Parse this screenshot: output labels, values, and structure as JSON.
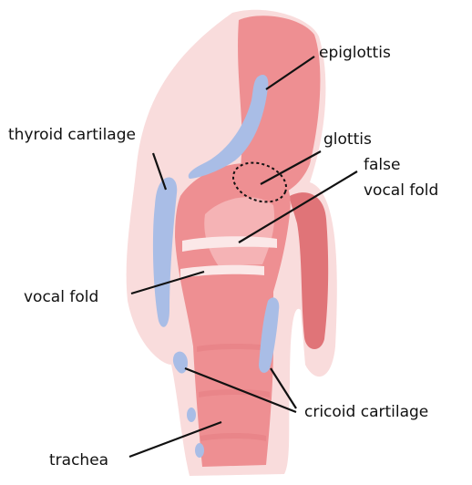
{
  "colors": {
    "halo": "#f9dcdc",
    "tissue": "#ee8f92",
    "tissue_dark": "#e07478",
    "tissue_light": "#f5b3b5",
    "cartilage": "#a9bde6",
    "fold_band": "#fbe8e8",
    "leader": "#111111"
  },
  "labels": {
    "epiglottis": "epiglottis",
    "thyroid_cartilage": "thyroid cartilage",
    "glottis": "glottis",
    "false_vocal_fold_1": "false",
    "false_vocal_fold_2": "vocal fold",
    "vocal_fold": "vocal fold",
    "cricoid_cartilage": "cricoid cartilage",
    "trachea": "trachea"
  }
}
